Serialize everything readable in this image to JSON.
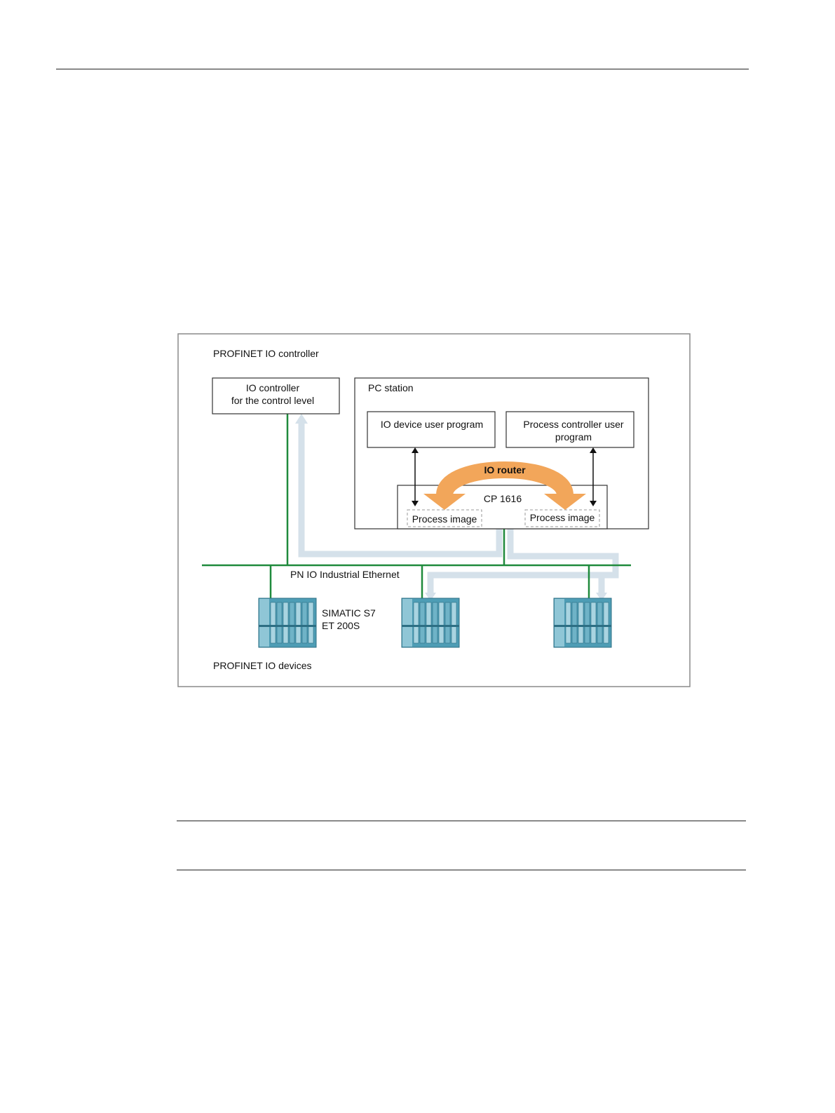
{
  "diagram": {
    "section_labels": {
      "controller": "PROFINET IO controller",
      "devices": "PROFINET IO devices"
    },
    "io_controller": {
      "line1": "IO controller",
      "line2": "for the control level"
    },
    "pc_station": {
      "label": "PC station",
      "io_device_program": "IO device user program",
      "process_controller_program_line1": "Process controller user",
      "process_controller_program_line2": "program",
      "io_router": "IO router",
      "cp_label": "CP 1616",
      "process_image_left": "Process image",
      "process_image_right": "Process image"
    },
    "network": {
      "label": "PN IO Industrial Ethernet"
    },
    "device_label": {
      "line1": "SIMATIC S7",
      "line2": "ET 200S"
    }
  },
  "colors": {
    "ethernet_green": "#1f8a3c",
    "data_flow_blue": "#d5e1ea",
    "io_router_orange": "#f2a65a",
    "device_teal": "#4e9db5",
    "frame_gray": "#8a8a8a"
  }
}
